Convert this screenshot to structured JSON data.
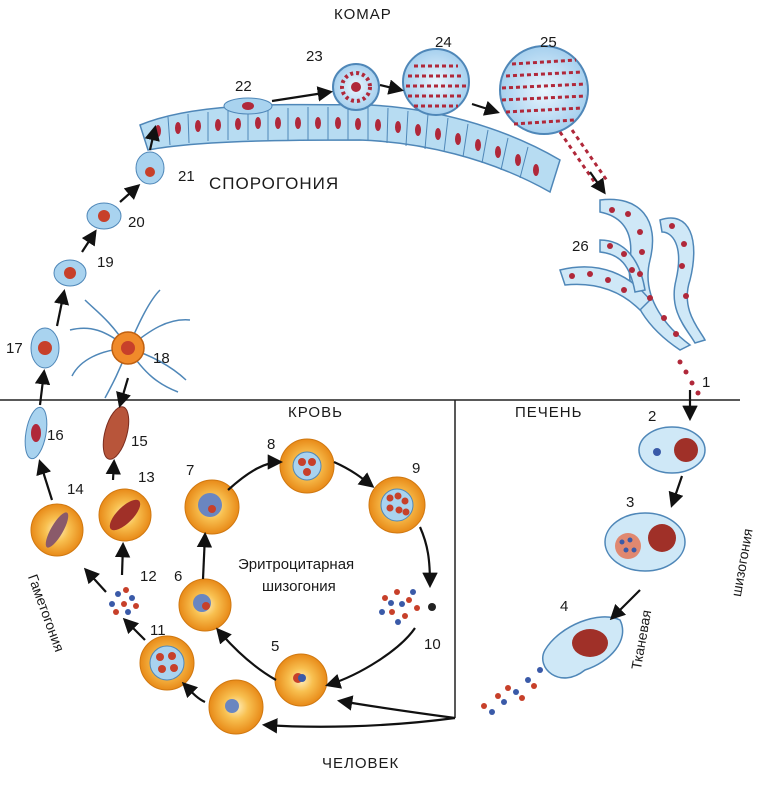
{
  "labels": {
    "mosquito": "КОМАР",
    "sporogony": "СПОРОГОНИЯ",
    "blood": "КРОВЬ",
    "liver": "ПЕЧЕНЬ",
    "human": "ЧЕЛОВЕК",
    "erythro_line1": "Эритроцитарная",
    "erythro_line2": "шизогония",
    "gametogony": "Гаметогония",
    "tissue_line1": "Тканевая",
    "tissue_line2": "шизогония"
  },
  "stages": [
    "1",
    "2",
    "3",
    "4",
    "5",
    "6",
    "7",
    "8",
    "9",
    "10",
    "11",
    "12",
    "13",
    "14",
    "15",
    "16",
    "17",
    "18",
    "19",
    "20",
    "21",
    "22",
    "23",
    "24",
    "25",
    "26"
  ],
  "colors": {
    "cell_blue": "#a9d3ef",
    "cell_outline": "#4f87b8",
    "nucleus": "#b0283a",
    "rbc": "#f0a030",
    "rbc_edge": "#d07810",
    "arrow": "#111111"
  }
}
